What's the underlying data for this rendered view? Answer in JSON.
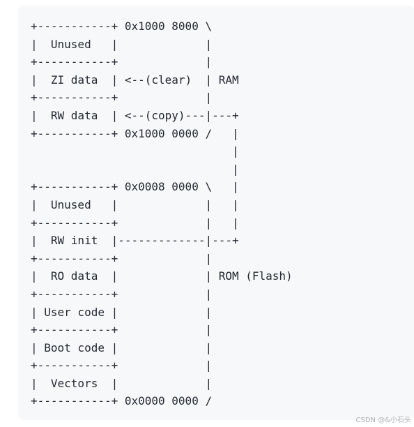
{
  "code_block": {
    "lines": [
      "+-----------+ 0x1000 8000 \\",
      "|  Unused   |             |",
      "+-----------+             |",
      "|  ZI data  | <--(clear)  | RAM",
      "+-----------+             |",
      "|  RW data  | <--(copy)---|---+",
      "+-----------+ 0x1000 0000 /   |",
      "                              |",
      "                              |",
      "+-----------+ 0x0008 0000 \\   |",
      "|  Unused   |             |   |",
      "+-----------+             |   |",
      "|  RW init  |-------------|---+",
      "+-----------+             |",
      "|  RO data  |             | ROM (Flash)",
      "+-----------+             |",
      "| User code |             |",
      "+-----------+             |",
      "| Boot code |             |",
      "+-----------+             |",
      "|  Vectors  |             |",
      "+-----------+ 0x0000 0000 /"
    ]
  },
  "watermark": "CSDN @&小石头"
}
